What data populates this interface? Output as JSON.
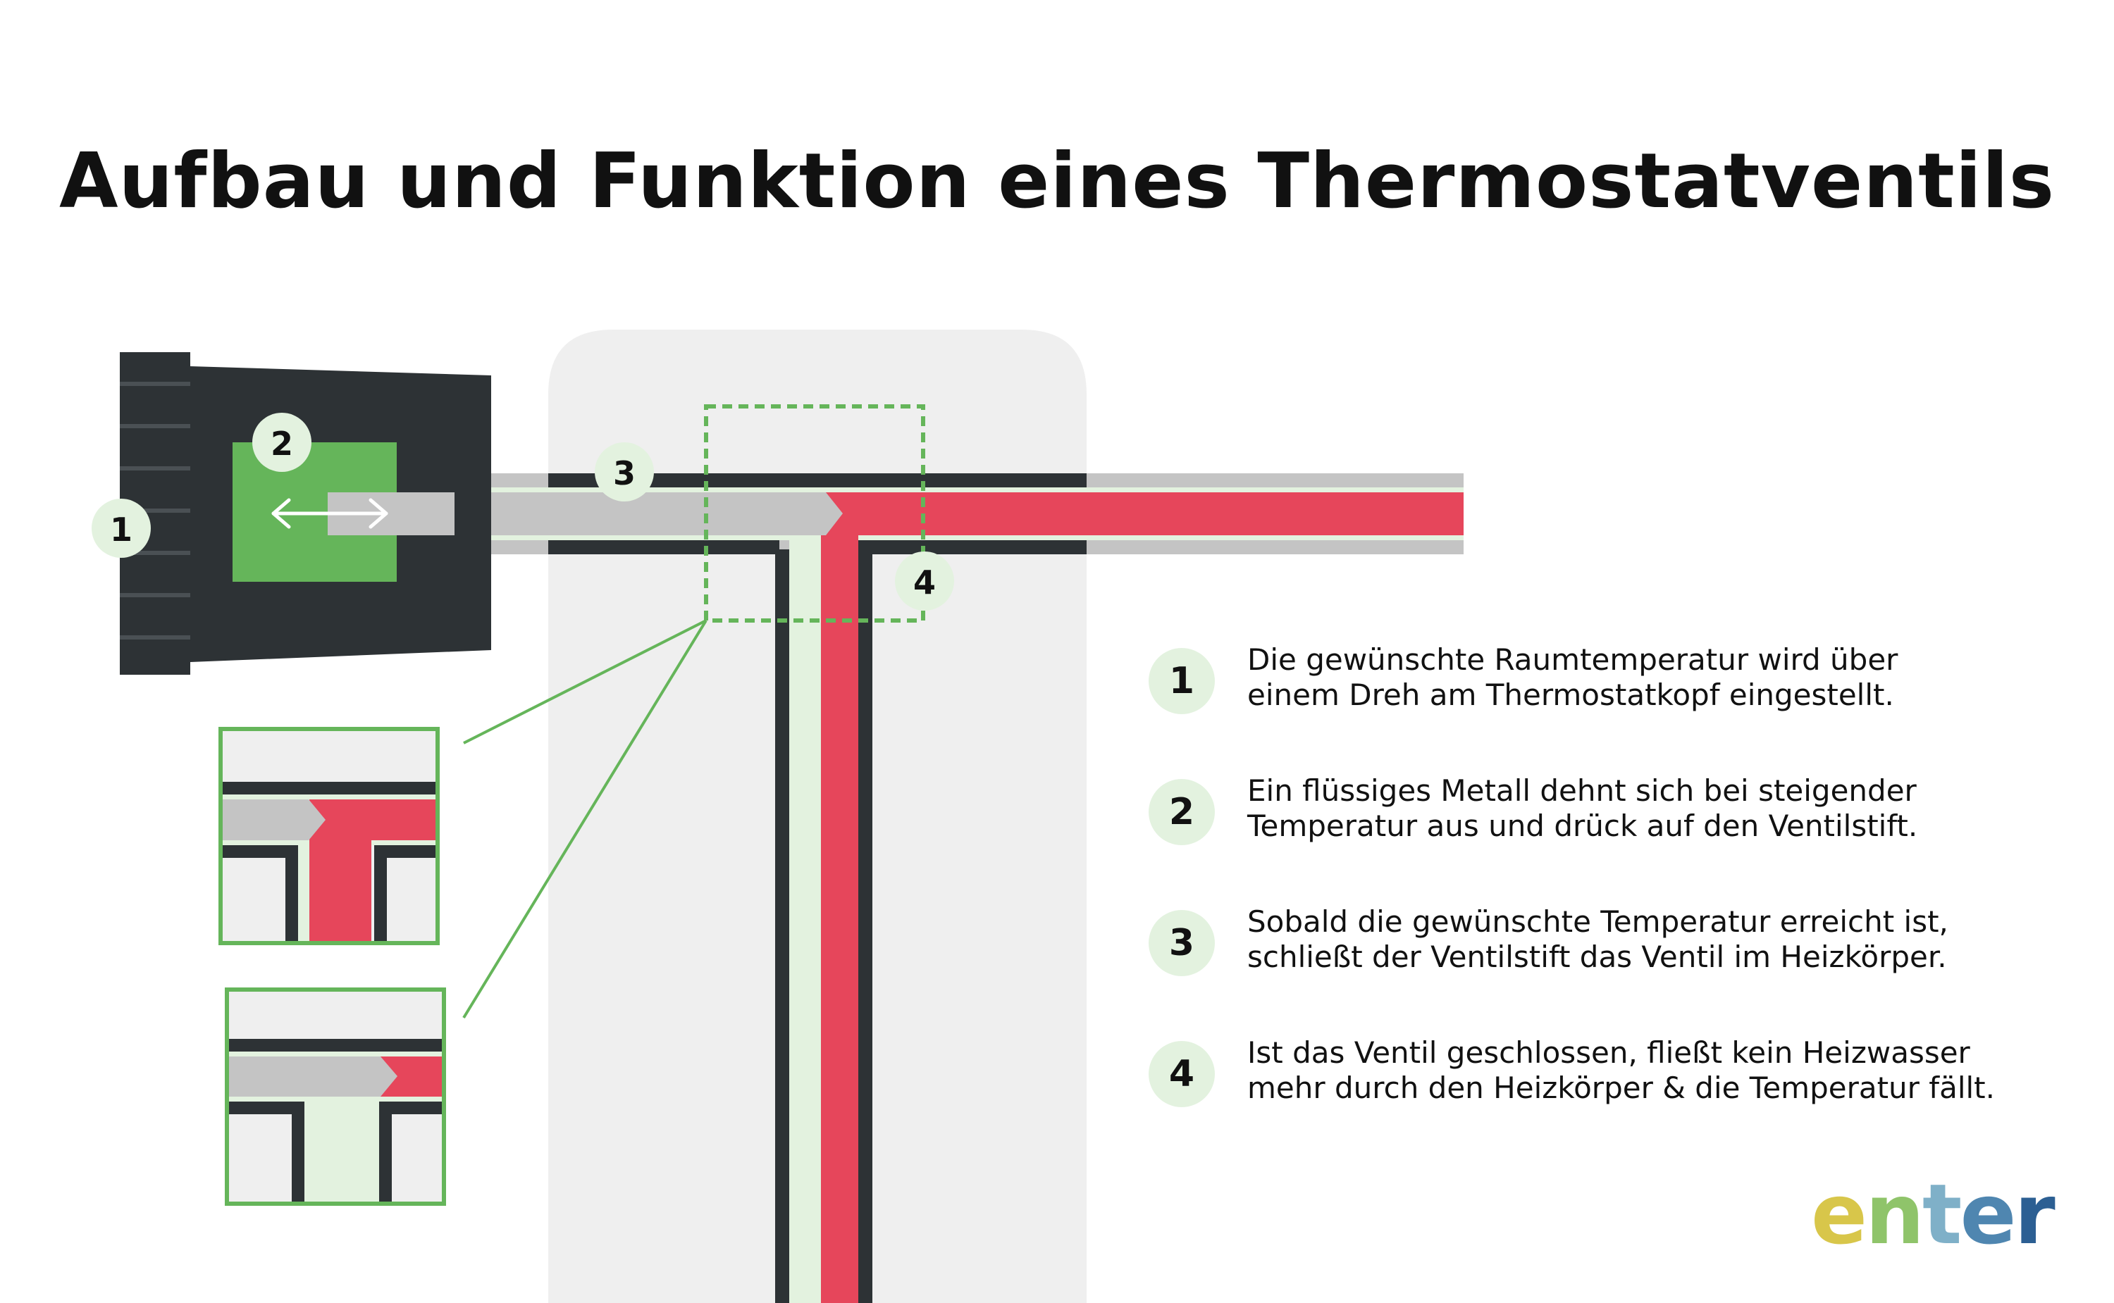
{
  "title": "Aufbau und Funktion eines Thermostatventils",
  "markers": [
    "1",
    "2",
    "3",
    "4"
  ],
  "legend": [
    {
      "num": "1",
      "line1": "Die gewünschte Raumtemperatur wird über",
      "line2": "einem Dreh am Thermostatkopf eingestellt."
    },
    {
      "num": "2",
      "line1": "Ein flüssiges Metall dehnt sich bei steigender",
      "line2": "Temperatur aus und drück auf den Ventilstift."
    },
    {
      "num": "3",
      "line1": "Sobald die gewünschte Temperatur erreicht ist,",
      "line2": "schließt der Ventilstift das Ventil im Heizkörper."
    },
    {
      "num": "4",
      "line1": "Ist das Ventil geschlossen, fließt kein Heizwasser",
      "line2": "mehr durch den Heizkörper & die Temperatur fällt."
    }
  ],
  "logo": {
    "letters": [
      "e",
      "n",
      "t",
      "e",
      "r"
    ],
    "colors": [
      "#d8c64a",
      "#8fc46a",
      "#7fb0c8",
      "#4f86b0",
      "#2c5f93"
    ]
  },
  "colors": {
    "dark": "#2d3235",
    "red": "#e6465b",
    "light_green": "#e3f2df",
    "green": "#65b55a",
    "grey": "#c4c4c4",
    "radiator": "#efefef"
  }
}
